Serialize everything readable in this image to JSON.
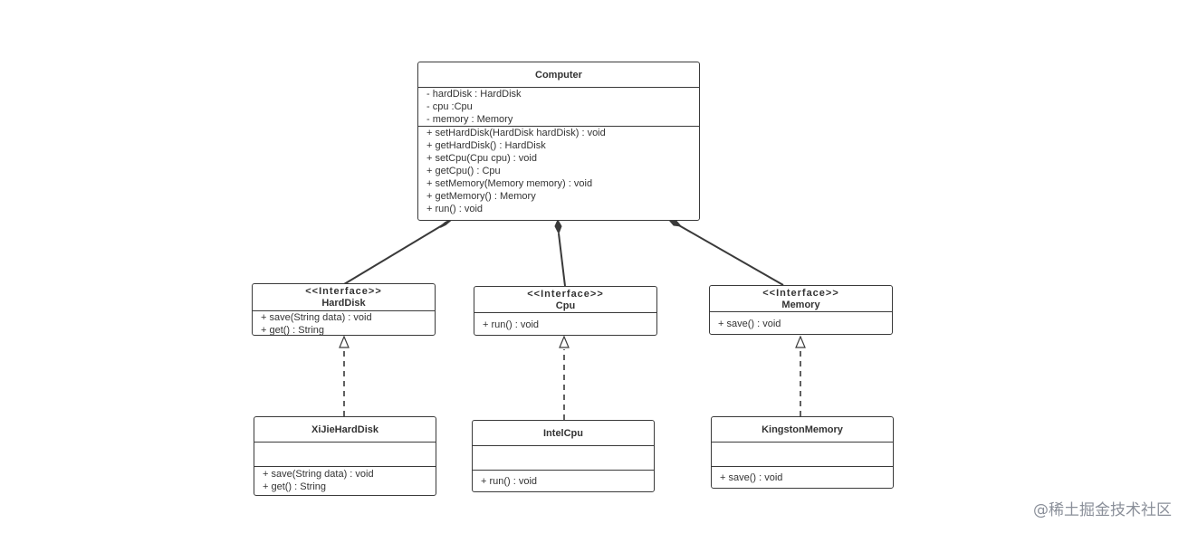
{
  "classes": {
    "computer": {
      "name": "Computer",
      "attributes": [
        "- hardDisk : HardDisk",
        "- cpu :Cpu",
        "- memory : Memory"
      ],
      "operations": [
        "+ setHardDisk(HardDisk hardDisk) : void",
        "+ getHardDisk() : HardDisk",
        "+ setCpu(Cpu cpu) : void",
        "+ getCpu() : Cpu",
        "+ setMemory(Memory memory) : void",
        "+ getMemory() : Memory",
        "+ run() : void"
      ]
    },
    "harddisk": {
      "stereotype": "<<Interface>>",
      "name": "HardDisk",
      "operations": [
        "+ save(String data) : void",
        "+ get() : String"
      ]
    },
    "cpu": {
      "stereotype": "<<Interface>>",
      "name": "Cpu",
      "operations": [
        "+ run() : void"
      ]
    },
    "memory": {
      "stereotype": "<<Interface>>",
      "name": "Memory",
      "operations": [
        "+ save() : void"
      ]
    },
    "xijieharddisk": {
      "name": "XiJieHardDisk",
      "attributes": [],
      "operations": [
        "+ save(String data) : void",
        "+ get() : String"
      ]
    },
    "intelcpu": {
      "name": "IntelCpu",
      "attributes": [],
      "operations": [
        "+ run() : void"
      ]
    },
    "kingstonmemory": {
      "name": "KingstonMemory",
      "attributes": [],
      "operations": [
        "+ save() : void"
      ]
    }
  },
  "relationships": [
    {
      "type": "composition",
      "from": "Computer",
      "to": "HardDisk"
    },
    {
      "type": "composition",
      "from": "Computer",
      "to": "Cpu"
    },
    {
      "type": "composition",
      "from": "Computer",
      "to": "Memory"
    },
    {
      "type": "realization",
      "from": "XiJieHardDisk",
      "to": "HardDisk"
    },
    {
      "type": "realization",
      "from": "IntelCpu",
      "to": "Cpu"
    },
    {
      "type": "realization",
      "from": "KingstonMemory",
      "to": "Memory"
    }
  ],
  "colors": {
    "stroke": "#3a3a3a",
    "text": "#333333",
    "watermark": "#8a8f99"
  },
  "watermark": "@稀土掘金技术社区"
}
